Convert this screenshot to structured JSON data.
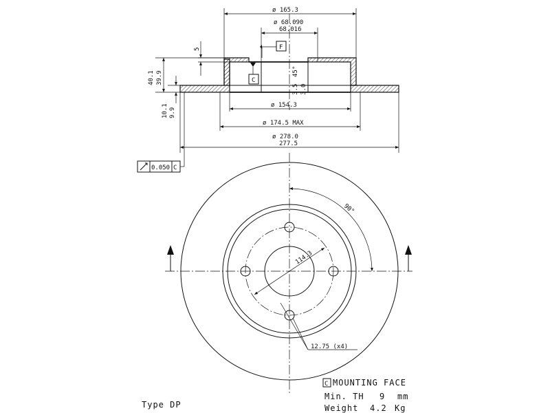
{
  "dimensions": {
    "outer_hat_diameter": "ø 165.3",
    "bore_diameter_max": "ø 68.090",
    "bore_diameter_min": "68.016",
    "hat_inner_diameter": "ø 154.3",
    "max_diameter": "ø 174.5 MAX",
    "disc_diameter_max": "ø 278.0",
    "disc_diameter_min": "277.5",
    "thickness_5": "5",
    "height_max": "40.1",
    "height_min": "39.9",
    "disc_thickness_max": "10.1",
    "disc_thickness_min": "9.9",
    "chamfer_1": "3.5",
    "chamfer_2": "3.0",
    "chamfer_angle": "45°",
    "pcd": "114.3",
    "hole_angle": "90°",
    "holes": "12.75 (x4)"
  },
  "datums": {
    "datum_f": "F",
    "datum_c": "C"
  },
  "tolerance": {
    "runout_value": "0.050",
    "runout_ref": "C"
  },
  "notes": {
    "mounting_box": "C",
    "mounting_face": "MOUNTING FACE",
    "min_th_label": "Min. TH",
    "min_th_value": "9",
    "min_th_unit": "mm",
    "weight_label": "Weight",
    "weight_value": "4.2",
    "weight_unit": "Kg",
    "type_label": "Type DP"
  }
}
